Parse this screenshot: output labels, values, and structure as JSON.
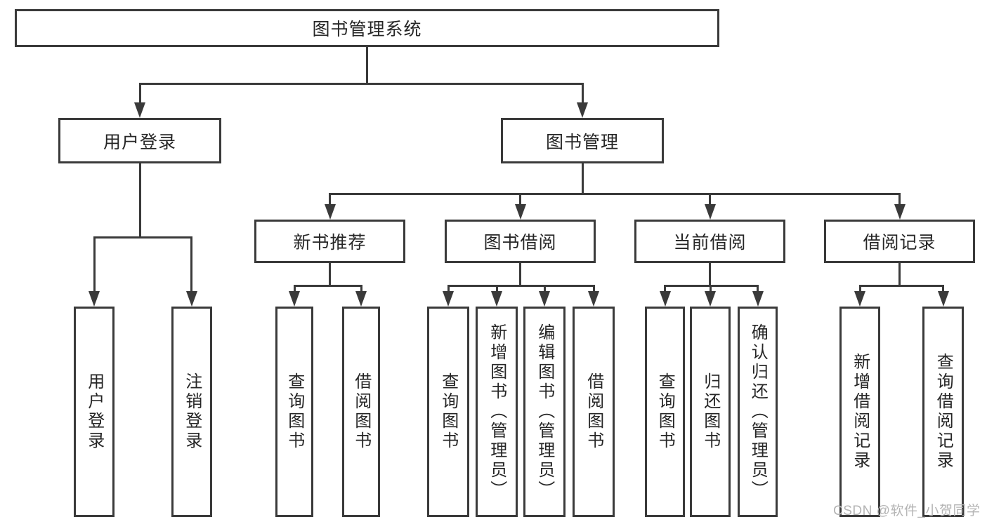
{
  "diagram": {
    "title": "图书管理系统",
    "type": "hierarchy-tree",
    "colors": {
      "line": "#3a3a3a",
      "text": "#262626",
      "background": "#ffffff",
      "watermark": "#b4b4b4"
    },
    "tree": {
      "root": "图书管理系统",
      "children": [
        {
          "label": "用户登录",
          "children": [
            "用户登录",
            "注销登录"
          ]
        },
        {
          "label": "图书管理",
          "children": [
            {
              "label": "新书推荐",
              "children": [
                "查询图书",
                "借阅图书"
              ]
            },
            {
              "label": "图书借阅",
              "children": [
                "查询图书",
                "新增图书（管理员）",
                "编辑图书（管理员）",
                "借阅图书"
              ]
            },
            {
              "label": "当前借阅",
              "children": [
                "查询图书",
                "归还图书",
                "确认归还（管理员）"
              ]
            },
            {
              "label": "借阅记录",
              "children": [
                "新增借阅记录",
                "查询借阅记录"
              ]
            }
          ]
        }
      ]
    },
    "watermark": "CSDN @软件_小贺同学"
  }
}
